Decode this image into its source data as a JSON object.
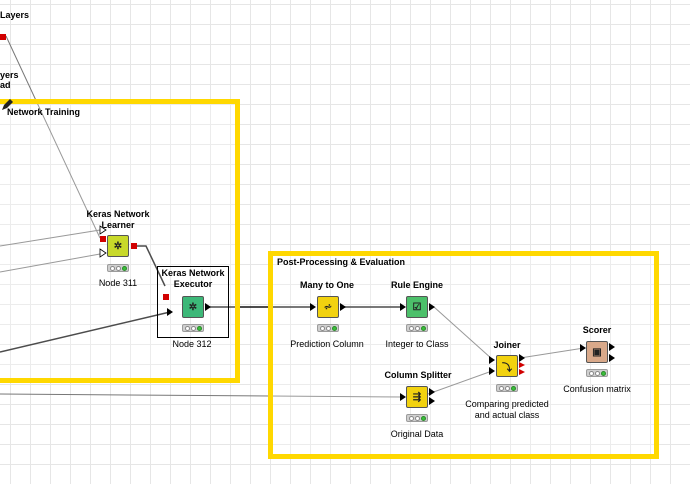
{
  "fragments": {
    "layers_title": "Layers",
    "layers_label_1": "yers",
    "layers_label_2": "ad"
  },
  "annotations": {
    "training": "Network Training",
    "postprocessing": "Post-Processing & Evaluation"
  },
  "nodes": {
    "learner": {
      "title_1": "Keras Network",
      "title_2": "Learner",
      "label": "Node 311",
      "color": "#c8d92a"
    },
    "executor": {
      "title_1": "Keras Network",
      "title_2": "Executor",
      "label": "Node 312",
      "color": "#3cb878"
    },
    "many_to_one": {
      "title": "Many to One",
      "label": "Prediction Column",
      "color": "#f2d20f"
    },
    "rule_engine": {
      "title": "Rule Engine",
      "label": "Integer to Class",
      "color": "#4cc06a"
    },
    "column_splitter": {
      "title": "Column Splitter",
      "label": "Original Data",
      "color": "#f2d20f"
    },
    "joiner": {
      "title": "Joiner",
      "label_1": "Comparing predicted",
      "label_2": "and actual class",
      "color": "#f2d20f"
    },
    "scorer": {
      "title": "Scorer",
      "label": "Confusion matrix",
      "color": "#d9a98a"
    }
  }
}
